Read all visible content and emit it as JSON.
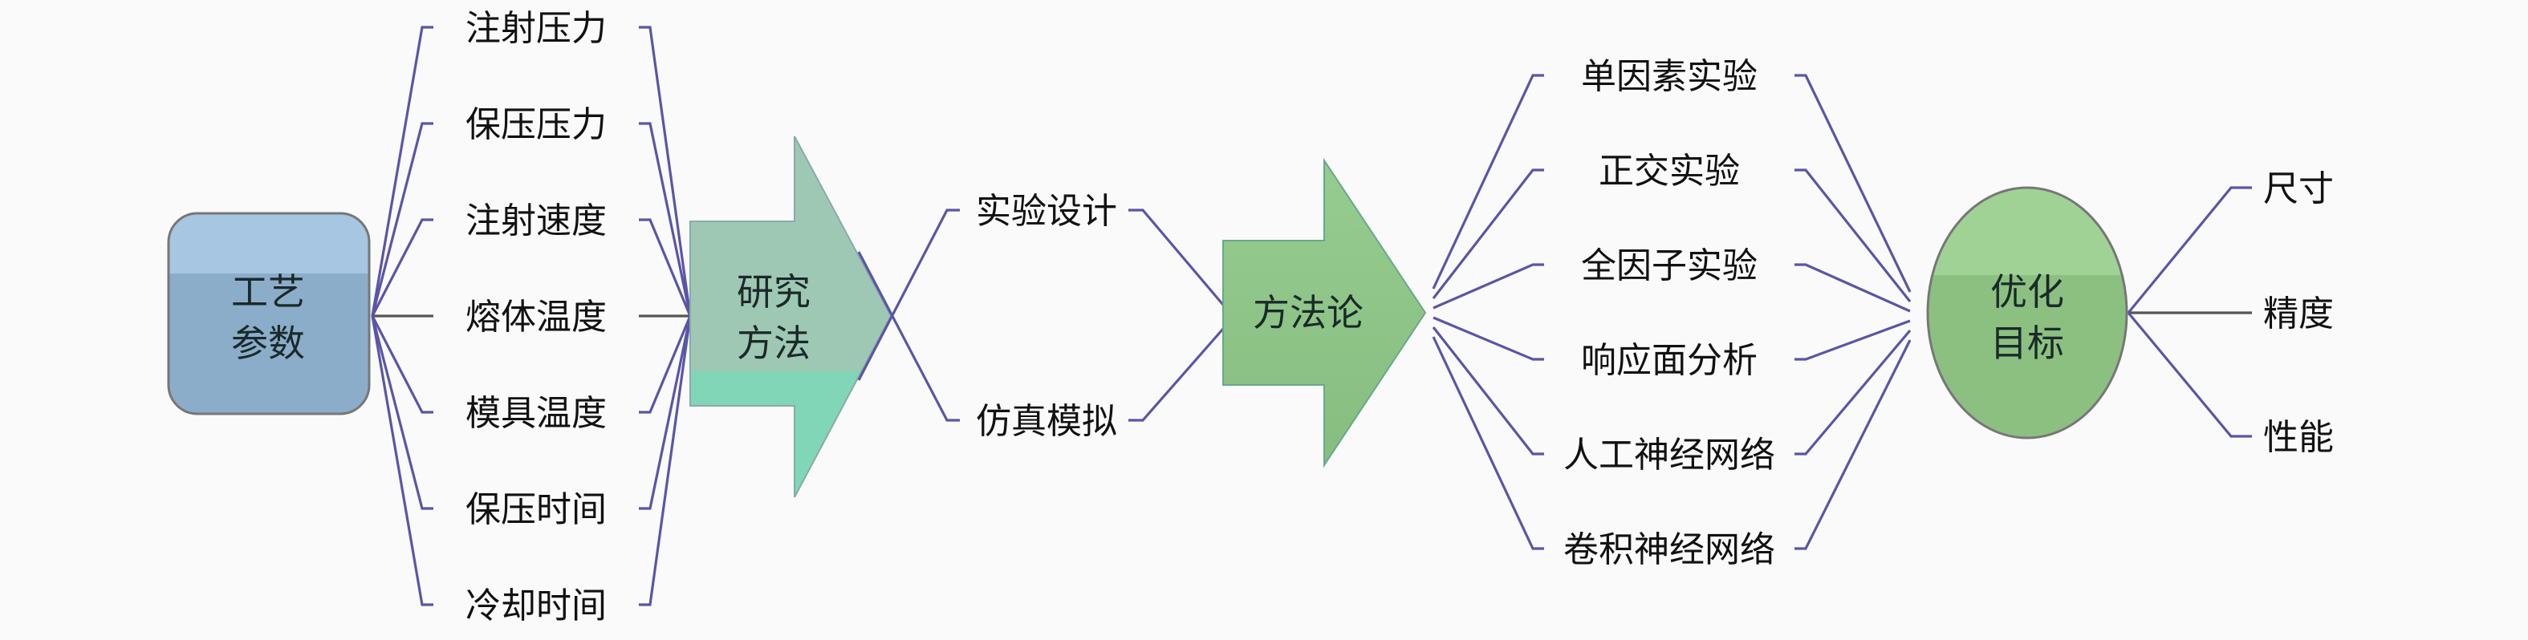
{
  "root": {
    "line1": "工艺",
    "line2": "参数"
  },
  "params": [
    "注射压力",
    "保压压力",
    "注射速度",
    "熔体温度",
    "模具温度",
    "保压时间",
    "冷却时间"
  ],
  "research": {
    "line1": "研究",
    "line2": "方法"
  },
  "methods": [
    "实验设计",
    "仿真模拟"
  ],
  "methodology": {
    "label": "方法论"
  },
  "techniques": [
    "单因素实验",
    "正交实验",
    "全因子实验",
    "响应面分析",
    "人工神经网络",
    "卷积神经网络"
  ],
  "goal": {
    "line1": "优化",
    "line2": "目标"
  },
  "targets": [
    "尺寸",
    "精度",
    "性能"
  ],
  "colors": {
    "root": "#8aafcc",
    "research": "#8fd0b8",
    "methodology": "#90c68a",
    "goal": "#95c98a",
    "line": "#5b55a8"
  }
}
